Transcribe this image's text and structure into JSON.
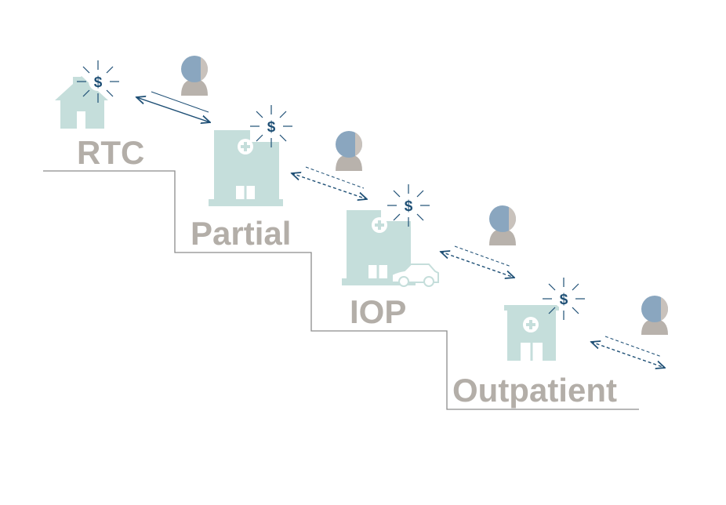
{
  "levels": [
    {
      "label": "RTC",
      "facility_icon": "house-icon"
    },
    {
      "label": "Partial",
      "facility_icon": "hospital-icon"
    },
    {
      "label": "IOP",
      "facility_icon": "hospital-with-car-icon"
    },
    {
      "label": "Outpatient",
      "facility_icon": "clinic-icon"
    }
  ],
  "cost_symbol": "$",
  "person_icon": "person-icon",
  "colors": {
    "building": "#c5dedb",
    "label": "#b3aea8",
    "stair_line": "#8c8c8c",
    "dollar": "#1e4f75",
    "arrow": "#1e4f75",
    "person_head": "#8aa6bf",
    "person_body": "#b8b2ac"
  }
}
